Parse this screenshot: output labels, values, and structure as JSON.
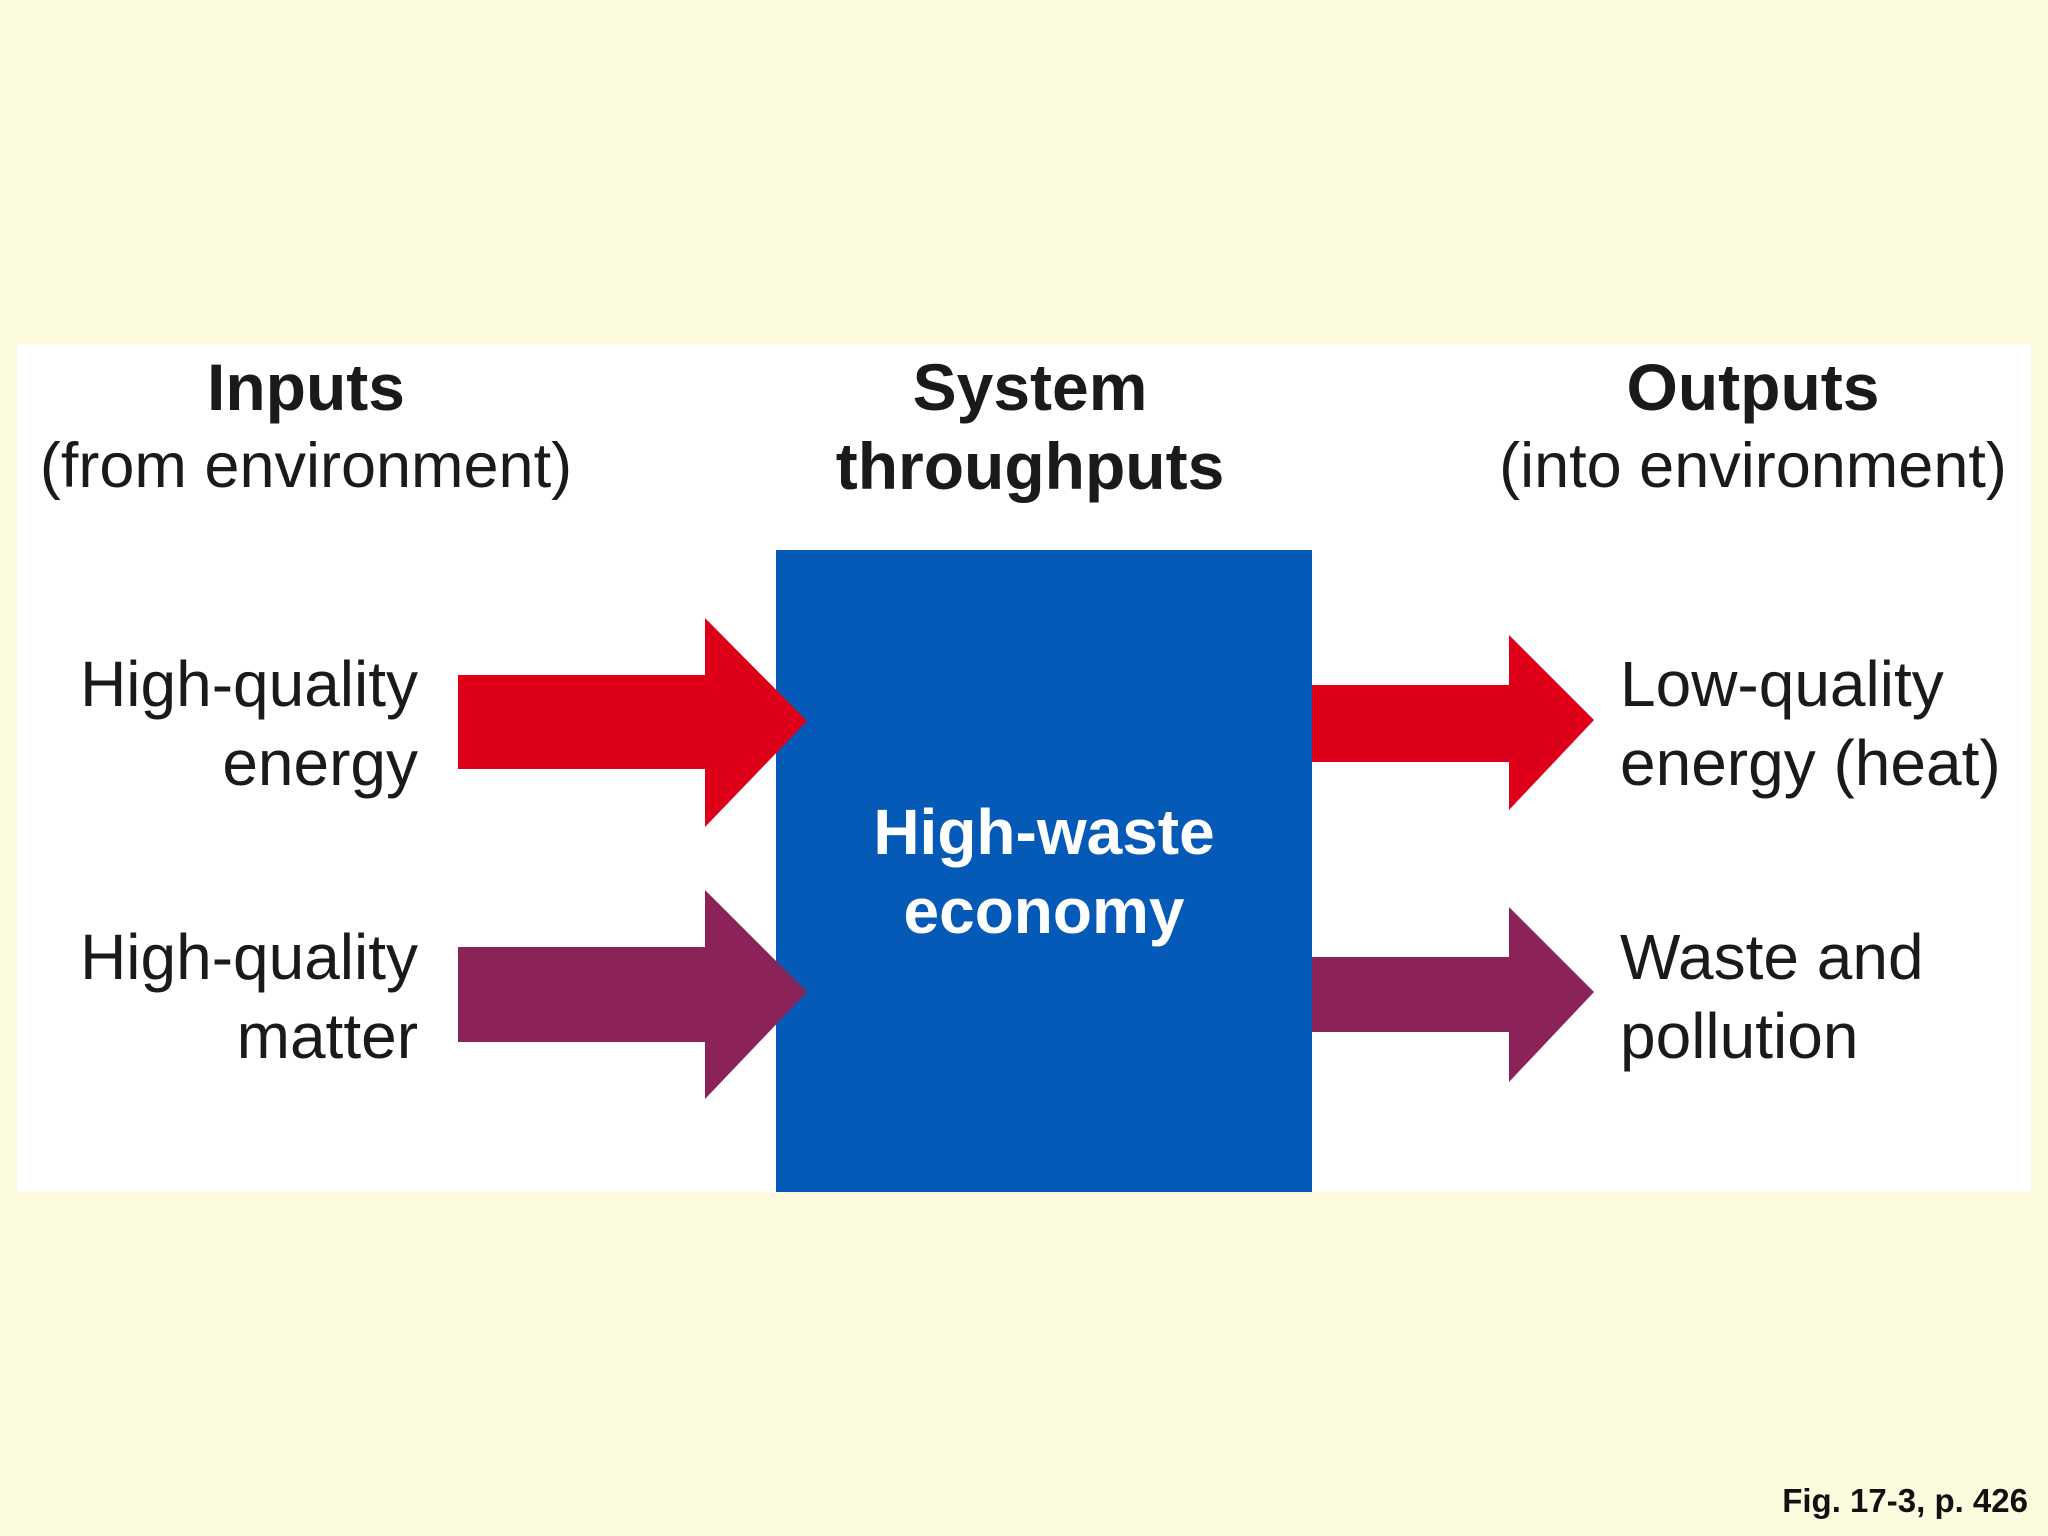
{
  "headings": {
    "inputs": {
      "title": "Inputs",
      "subtitle": "(from environment)"
    },
    "system": {
      "line1": "System",
      "line2": "throughputs"
    },
    "outputs": {
      "title": "Outputs",
      "subtitle": "(into environment)"
    }
  },
  "center_box": {
    "line1": "High-waste",
    "line2": "economy",
    "color": "#045ab6"
  },
  "inputs": {
    "energy": {
      "line1": "High-quality",
      "line2": "energy",
      "color": "#de0019"
    },
    "matter": {
      "line1": "High-quality",
      "line2": "matter",
      "color": "#8c2358"
    }
  },
  "outputs": {
    "energy": {
      "line1": "Low-quality",
      "line2": "energy (heat)",
      "color": "#de0019"
    },
    "waste": {
      "line1": "Waste and",
      "line2": "pollution",
      "color": "#8c2358"
    }
  },
  "caption": "Fig. 17-3, p. 426",
  "colors": {
    "background": "#fdfbdd",
    "panel": "#ffffff"
  }
}
